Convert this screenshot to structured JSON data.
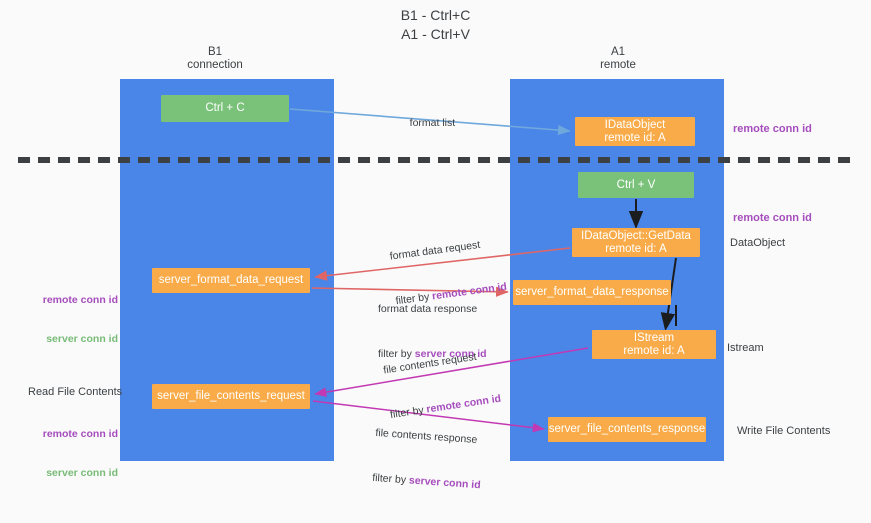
{
  "title": "B1 - Ctrl+C\nA1 - Ctrl+V",
  "columns": {
    "left": "B1\nconnection",
    "right": "A1\nremote"
  },
  "nodes": {
    "ctrl_c": "Ctrl + C",
    "idataobject": "IDataObject\nremote id: A",
    "ctrl_v": "Ctrl + V",
    "getdata": "IDataObject::GetData\nremote id: A",
    "server_format_data_request": "server_format_data_request",
    "server_format_data_response": "server_format_data_response",
    "istream": "IStream\nremote id: A",
    "server_file_contents_request": "server_file_contents_request",
    "server_file_contents_response": "server_file_contents_response"
  },
  "edge_labels": {
    "format_list": "format list",
    "format_data_request": "format data request",
    "format_data_request_filter_prefix": "filter by ",
    "format_data_request_filter_key": "remote conn id",
    "format_data_response": "format data response",
    "format_data_response_filter_prefix": "filter by ",
    "format_data_response_filter_key": "server conn id",
    "file_contents_request": "file contents request",
    "file_contents_request_filter_prefix": "filter by ",
    "file_contents_request_filter_key": "remote conn id",
    "file_contents_response": "file contents response",
    "file_contents_response_filter_prefix": "filter by ",
    "file_contents_response_filter_key": "server conn id"
  },
  "annotations": {
    "right_remote_conn_id_top": "remote conn id",
    "right_remote_conn_id_mid": "remote conn id",
    "right_dataobject": "DataObject",
    "right_istream": "Istream",
    "right_write_file_contents": "Write File Contents",
    "left_remote_conn_id_top": "remote conn id",
    "left_server_conn_id_top": "server conn id",
    "left_read_file_contents": "Read File Contents",
    "left_remote_conn_id_bottom": "remote conn id",
    "left_server_conn_id_bottom": "server conn id"
  },
  "colors": {
    "lane": "#4a86e8",
    "green_node": "#7ac27a",
    "orange_node": "#f8ab48",
    "remote_conn_id": "#a64dbd",
    "server_conn_id": "#77bb77",
    "arrow_blue": "#6fa8dc",
    "arrow_red": "#e06666",
    "arrow_magenta": "#c239b3",
    "arrow_dark": "#1b1c1d",
    "divider": "#3c4043",
    "background": "#fafafa"
  }
}
